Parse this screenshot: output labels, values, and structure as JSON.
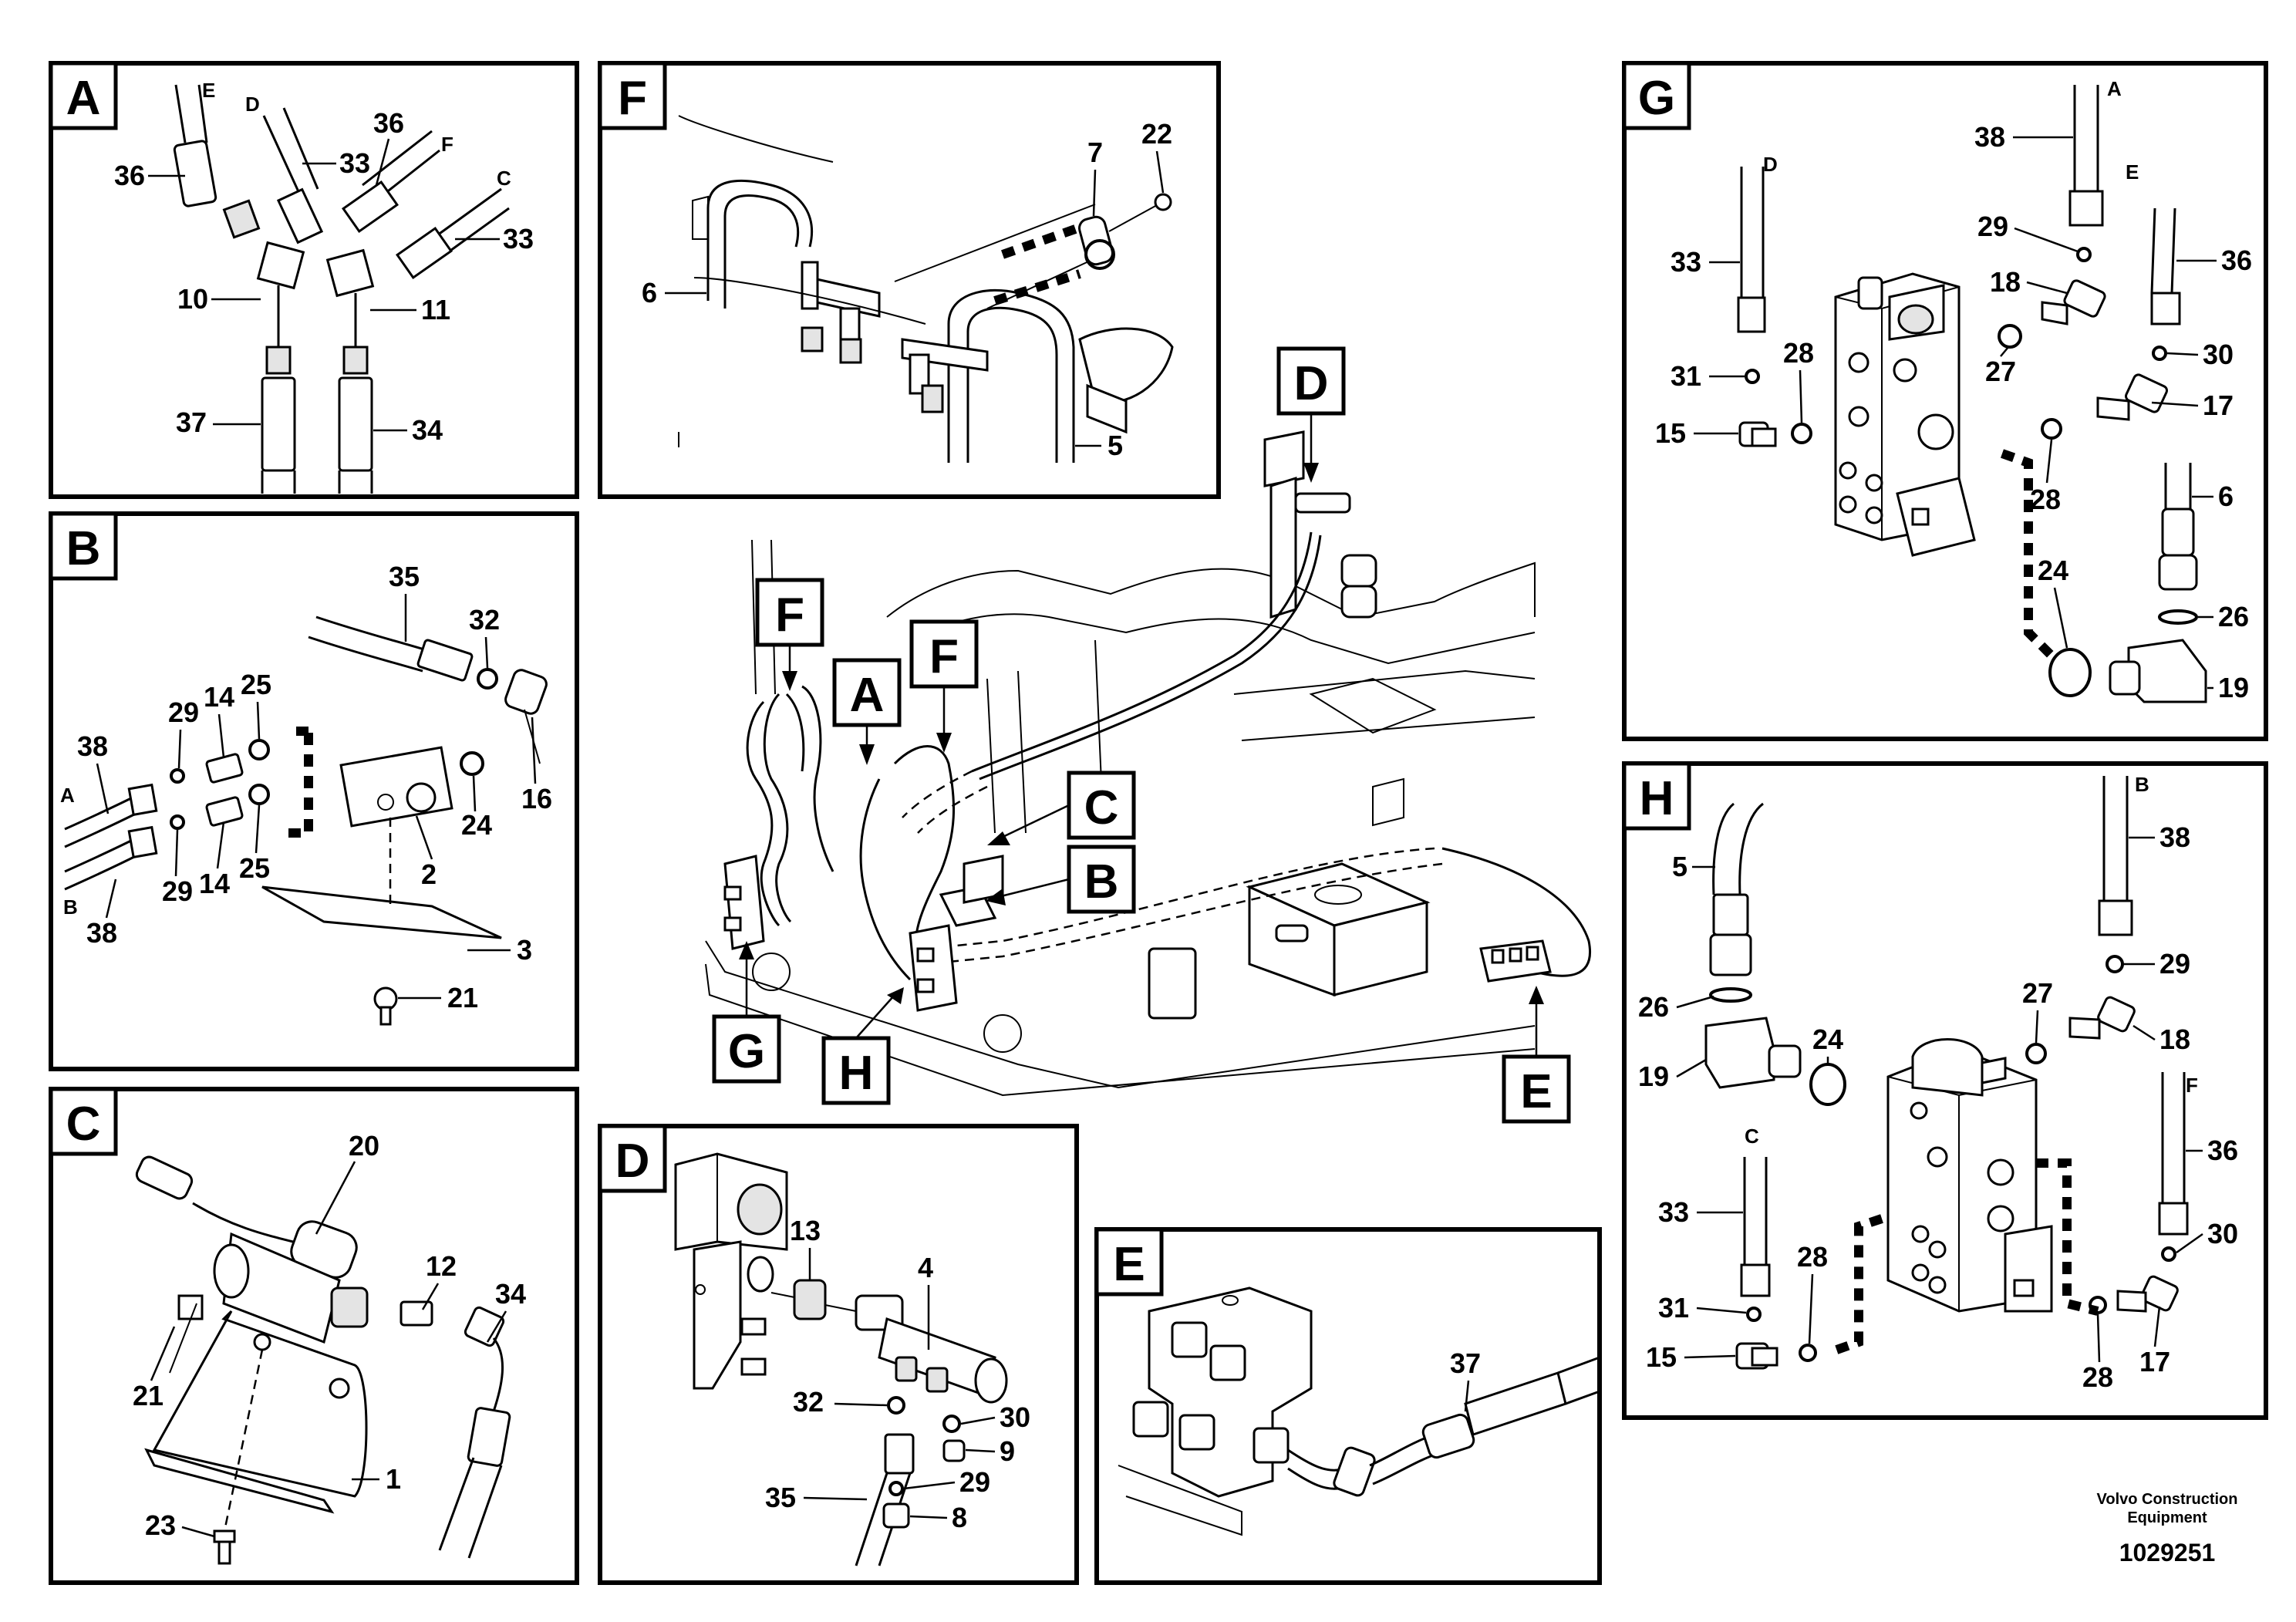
{
  "panels": {
    "A": {
      "tag": "A",
      "labels": {
        "n36a": "36",
        "n33a": "33",
        "n36b": "36",
        "n33b": "33",
        "n10": "10",
        "n11": "11",
        "n37": "37",
        "n34": "34",
        "lE": "E",
        "lD": "D",
        "lF": "F",
        "lC": "C"
      }
    },
    "B": {
      "tag": "B",
      "labels": {
        "n35": "35",
        "n32": "32",
        "n29a": "29",
        "n14a": "14",
        "n25a": "25",
        "n38a": "38",
        "lA": "A",
        "lB": "B",
        "n38b": "38",
        "n29b": "29",
        "n14b": "14",
        "n25b": "25",
        "n2": "2",
        "n24": "24",
        "n16": "16",
        "n3": "3",
        "n21": "21"
      }
    },
    "C": {
      "tag": "C",
      "labels": {
        "n20": "20",
        "n12": "12",
        "n34": "34",
        "n21": "21",
        "n1": "1",
        "n23": "23"
      }
    },
    "D": {
      "tag": "D",
      "labels": {
        "n13": "13",
        "n4": "4",
        "n32": "32",
        "n30": "30",
        "n9": "9",
        "n29": "29",
        "n35": "35",
        "n8": "8"
      }
    },
    "E": {
      "tag": "E",
      "labels": {
        "n37": "37"
      }
    },
    "F": {
      "tag": "F",
      "labels": {
        "n7": "7",
        "n22": "22",
        "n6": "6",
        "n5": "5"
      }
    },
    "G": {
      "tag": "G",
      "labels": {
        "n38": "38",
        "lA": "A",
        "lD": "D",
        "n29": "29",
        "lE": "E",
        "n33": "33",
        "n18": "18",
        "n36": "36",
        "n30": "30",
        "n31": "31",
        "n28a": "28",
        "n27": "27",
        "n17": "17",
        "n15": "15",
        "n28b": "28",
        "n6": "6",
        "n24": "24",
        "n26": "26",
        "n19": "19"
      }
    },
    "H": {
      "tag": "H",
      "labels": {
        "lB": "B",
        "n5": "5",
        "n38": "38",
        "n29": "29",
        "n27": "27",
        "n26": "26",
        "n24": "24",
        "n18": "18",
        "n19": "19",
        "lF": "F",
        "lC": "C",
        "n36": "36",
        "n33": "33",
        "n28a": "28",
        "n30": "30",
        "n31": "31",
        "n15": "15",
        "n28b": "28",
        "n17": "17"
      }
    }
  },
  "overview_tags": {
    "F1": "F",
    "F2": "F",
    "A": "A",
    "C": "C",
    "B": "B",
    "D": "D",
    "G": "G",
    "H": "H",
    "E": "E"
  },
  "footer": {
    "company_line1": "Volvo Construction",
    "company_line2": "Equipment",
    "drawing_number": "1029251"
  }
}
